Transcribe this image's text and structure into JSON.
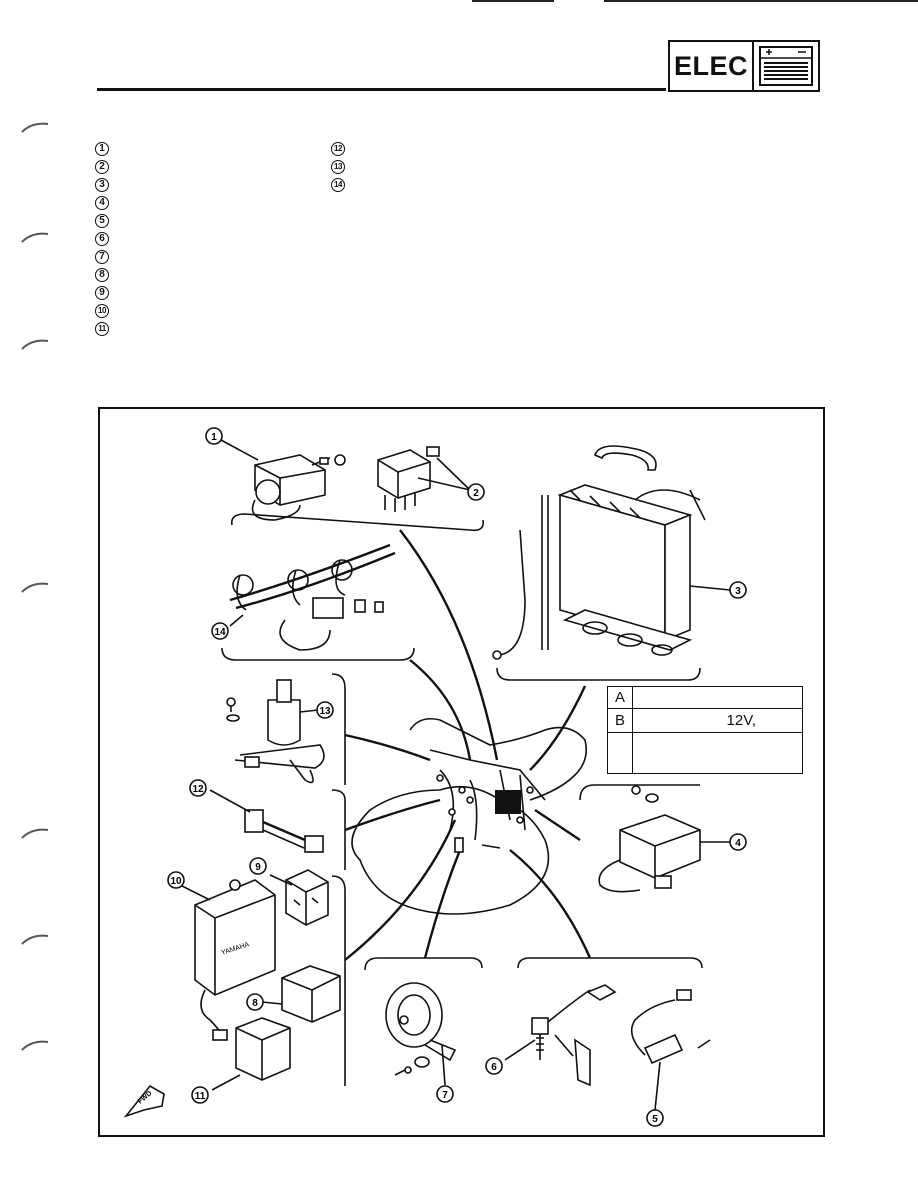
{
  "header": {
    "badge_text": "ELEC",
    "badge_icon": "battery-icon"
  },
  "legend": {
    "column1": [
      "①",
      "②",
      "③",
      "④",
      "⑤",
      "⑥",
      "⑦",
      "⑧",
      "⑨",
      "⑩",
      "⑪"
    ],
    "column2": [
      "⑫",
      "⑬",
      "⑭"
    ]
  },
  "diagram": {
    "callouts": [
      "1",
      "2",
      "3",
      "4",
      "5",
      "6",
      "7",
      "8",
      "9",
      "10",
      "11",
      "12",
      "13",
      "14"
    ],
    "ecu_label": "YAMAHA",
    "direction_label": "FWD"
  },
  "spec_table": {
    "rows": [
      {
        "key": "A",
        "value": ""
      },
      {
        "key": "B",
        "value": "12V,"
      },
      {
        "key": "",
        "value": ""
      }
    ]
  }
}
